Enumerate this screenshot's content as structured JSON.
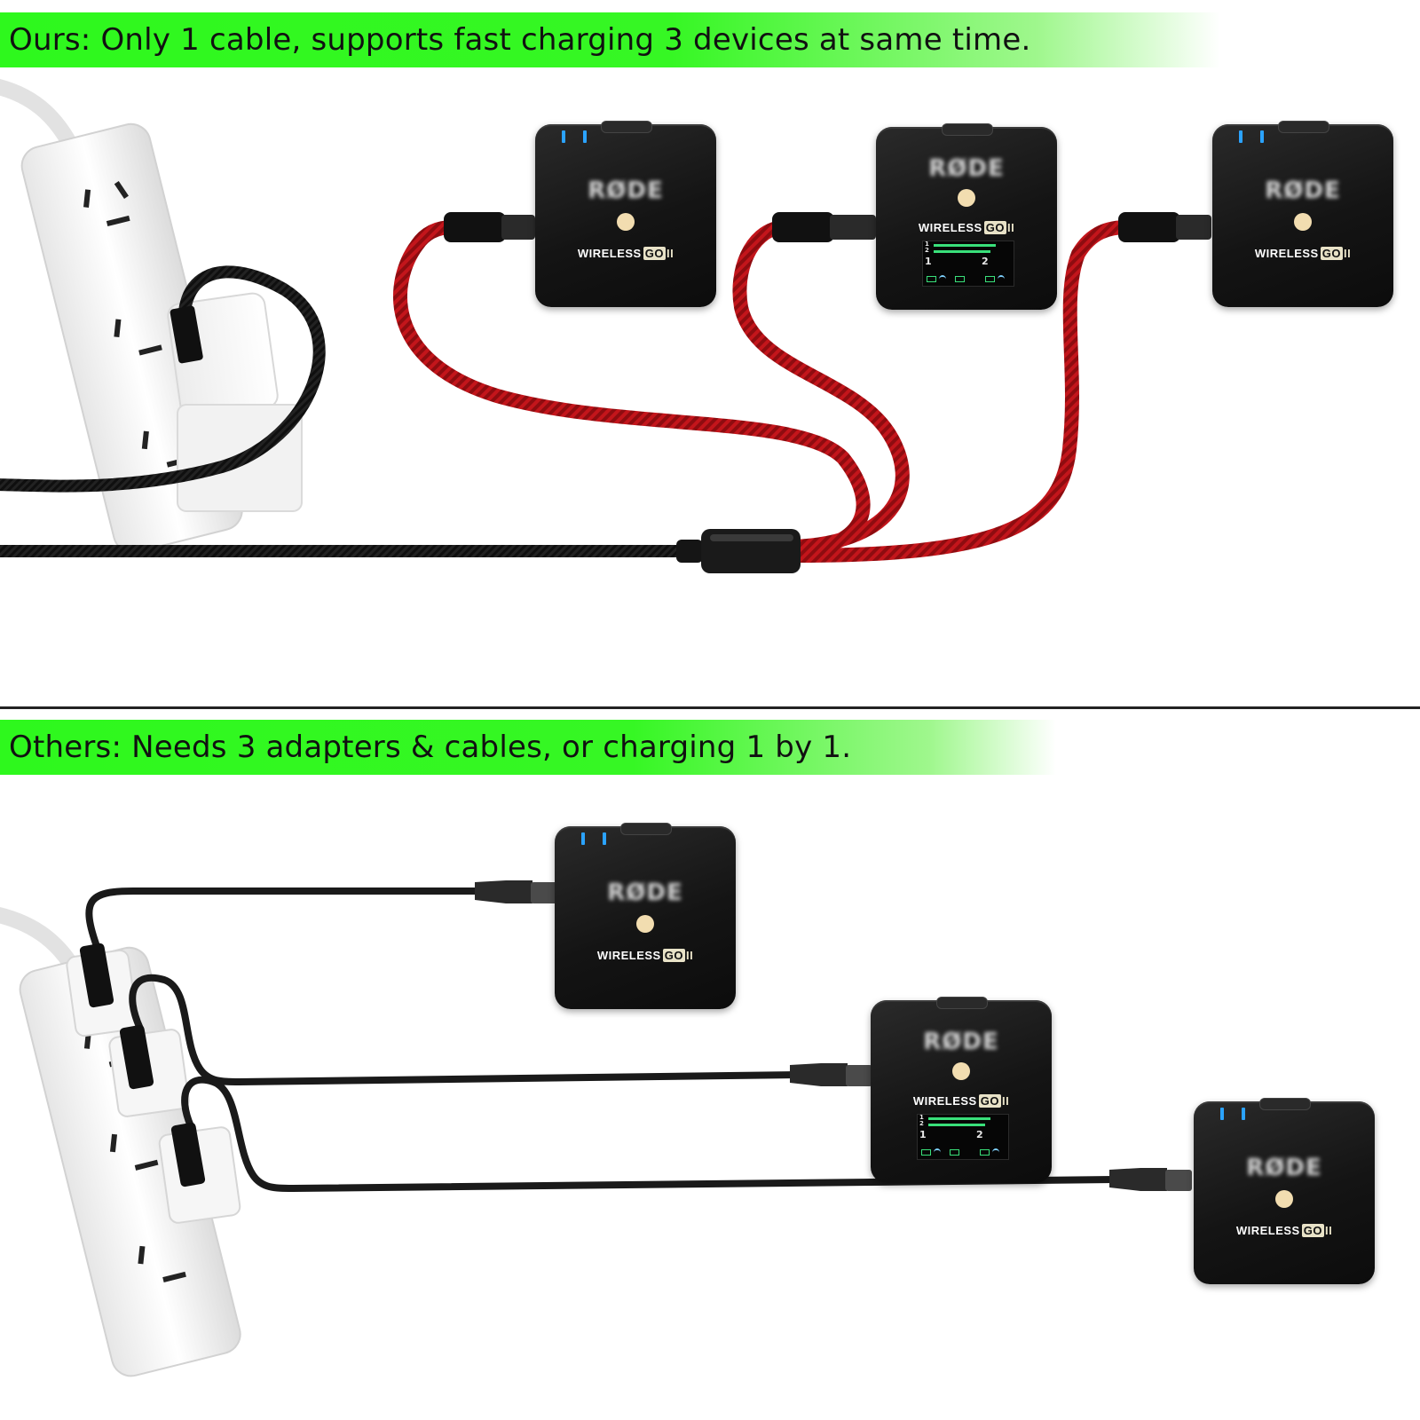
{
  "panels": {
    "ours": {
      "caption": "Ours: Only 1 cable, supports fast charging 3 devices at same time."
    },
    "others": {
      "caption": "Others: Needs 3 adapters & cables, or charging 1 by 1."
    }
  },
  "device": {
    "brand": "RØDE",
    "model_prefix": "WIRELESS",
    "model_badge": "GO",
    "model_mark": "II",
    "screen_left_channel": "1",
    "screen_right_channel": "2",
    "screen_row_1": "1",
    "screen_row_2": "2"
  },
  "colors": {
    "banner_green": "#2ef81d",
    "splitter_cable": "#c3151b",
    "main_cable": "#1b1b1b",
    "power_strip": "#f4f4f4",
    "led_blue": "#2ba3ff",
    "screen_green": "#39e07a"
  }
}
